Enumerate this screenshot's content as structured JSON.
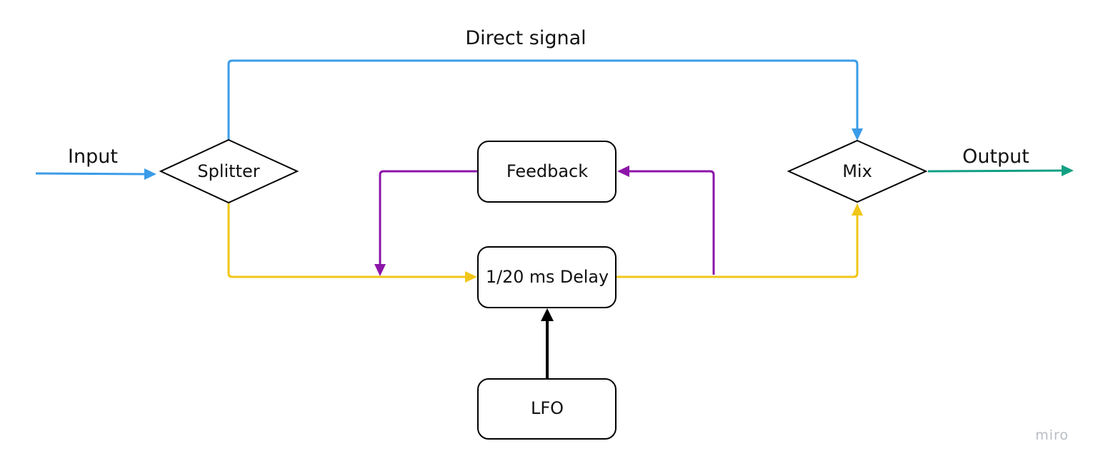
{
  "diagram": {
    "labels": {
      "direct_signal": "Direct signal",
      "input": "Input",
      "output": "Output"
    },
    "nodes": {
      "splitter": "Splitter",
      "feedback": "Feedback",
      "delay": "1/20 ms Delay",
      "lfo": "LFO",
      "mix": "Mix"
    },
    "watermark": "miro",
    "colors": {
      "input_signal": "#3a9ce8",
      "direct_signal": "#3a9ce8",
      "delay_path": "#f2c618",
      "feedback_path": "#8c14a8",
      "modulation": "#000000",
      "output_signal": "#12a083",
      "node_border": "#000000"
    }
  }
}
